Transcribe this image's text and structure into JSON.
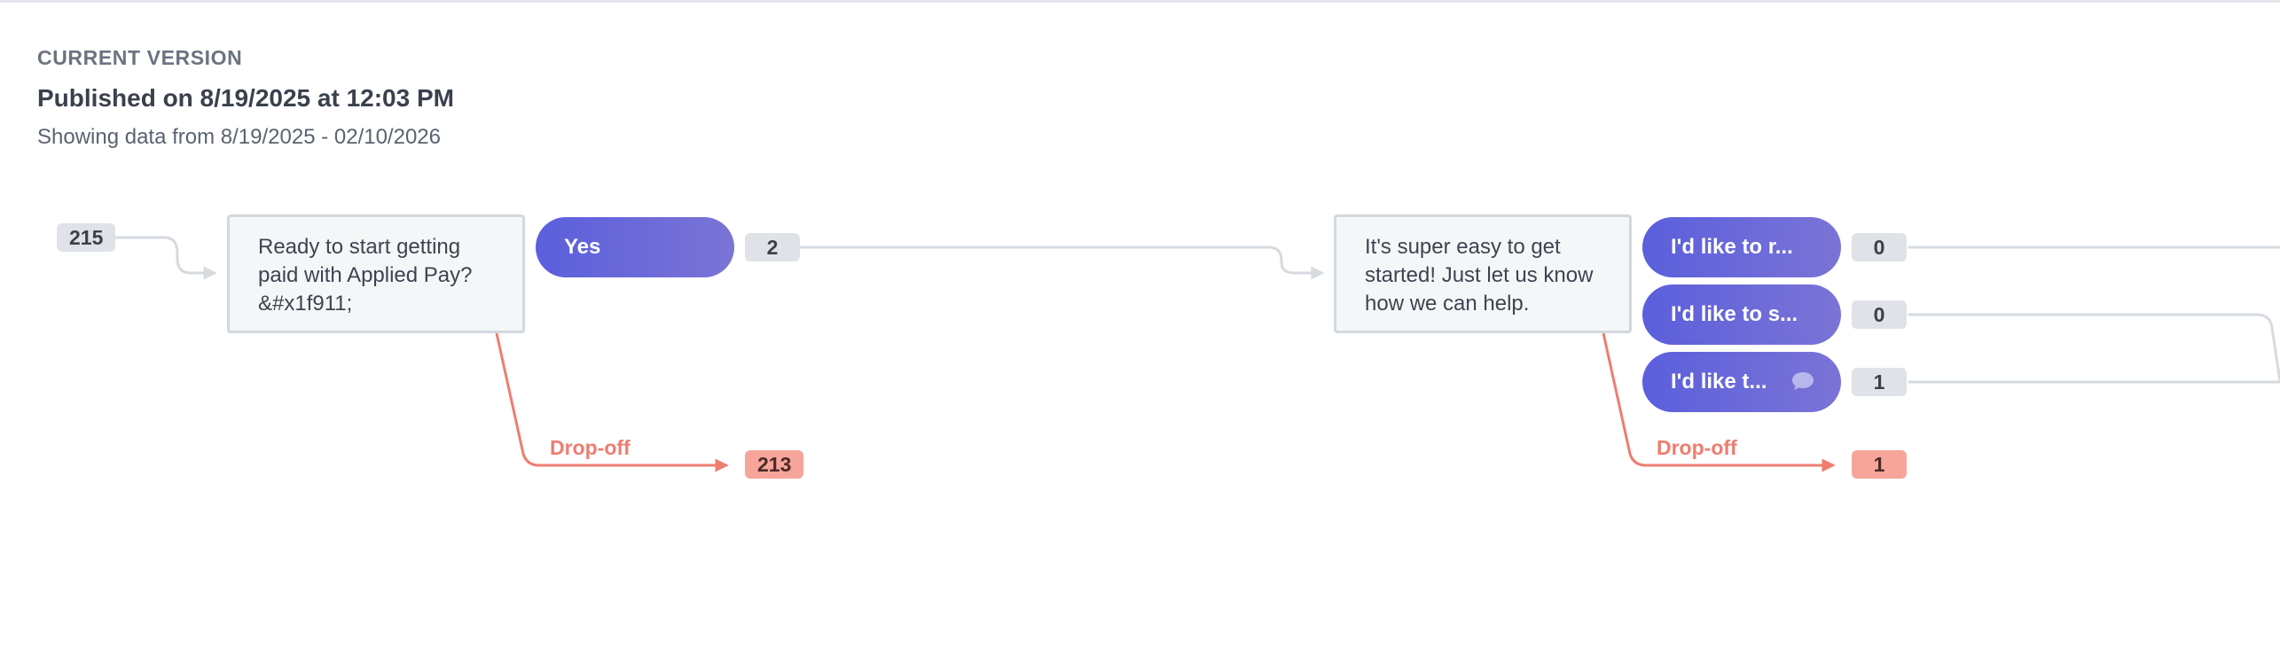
{
  "header": {
    "eyebrow": "CURRENT VERSION",
    "title": "Published on 8/19/2025 at 12:03 PM",
    "subtitle": "Showing data from 8/19/2025 - 02/10/2026"
  },
  "flow": {
    "entry_count": "215",
    "step1": {
      "message": "Ready to start getting paid with Applied Pay? &#x1f911;",
      "reply_label": "Yes",
      "reply_count": "2",
      "dropoff_label": "Drop-off",
      "dropoff_count": "213"
    },
    "step2": {
      "message": "It's super easy to get started! Just let us know how we can help.",
      "replies": [
        {
          "label": "I'd like to r...",
          "count": "0"
        },
        {
          "label": "I'd like to s...",
          "count": "0"
        },
        {
          "label": "I'd like t...",
          "count": "1"
        }
      ],
      "dropoff_label": "Drop-off",
      "dropoff_count": "1"
    }
  },
  "colors": {
    "connector": "#d6dbe0",
    "dropoff": "#ee7d70",
    "reply_start": "#5b5fdc",
    "reply_end": "#7b74d6",
    "dropoff_badge": "#f7a59b"
  },
  "icons": {
    "reply3_icon": "speech-bubble-icon"
  }
}
